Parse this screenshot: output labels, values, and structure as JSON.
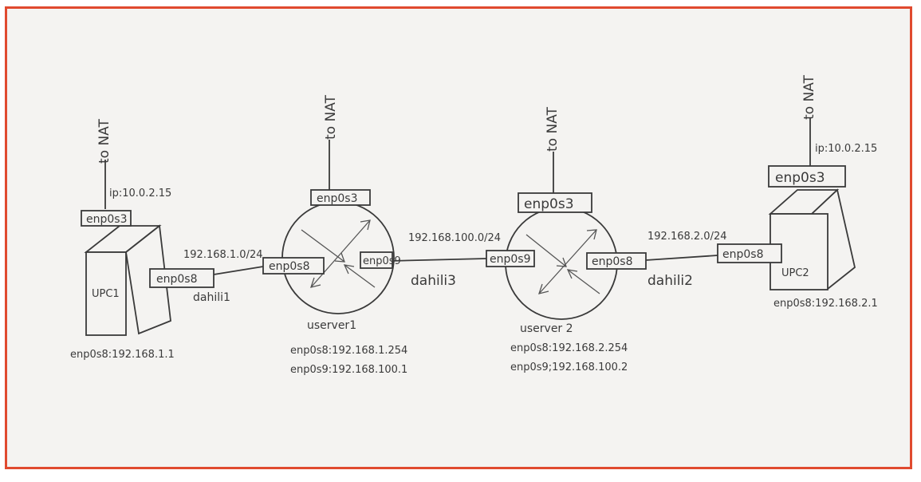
{
  "colors": {
    "frame": "#e04a2f",
    "paper": "#f4f3f1",
    "ink": "#3a3a3a"
  },
  "labels": {
    "nat": "to NAT",
    "upc1": "UPC1",
    "upc2": "UPC2",
    "userver1": "userver1",
    "userver2": "userver 2",
    "if_enp0s3": "enp0s3",
    "if_enp0s8": "enp0s8",
    "if_enp0s9": "enp0s9",
    "upc1_ip": "ip:10.0.2.15",
    "upc2_ip": "ip:10.0.2.15",
    "net1": "192.168.1.0/24",
    "net100": "192.168.100.0/24",
    "net2": "192.168.2.0/24",
    "dahili1": "dahili1",
    "dahili3": "dahili3",
    "dahili2": "dahili2",
    "upc1_addr": "enp0s8:192.168.1.1",
    "upc2_addr": "enp0s8:192.168.2.1",
    "us1_addr_8": "enp0s8:192.168.1.254",
    "us1_addr_9": "enp0s9:192.168.100.1",
    "us2_addr_8": "enp0s8:192.168.2.254",
    "us2_addr_9": "enp0s9;192.168.100.2"
  }
}
